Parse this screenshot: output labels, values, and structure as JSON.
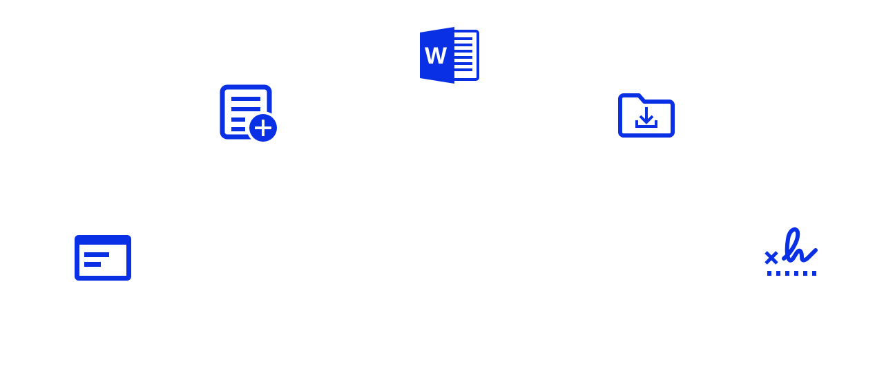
{
  "page": {
    "background": "#ffffff"
  },
  "theme": {
    "icon_color": "#0a30e6"
  },
  "icons": [
    {
      "name": "microsoft-word-icon",
      "label": "Microsoft Word",
      "glyph_text": "W"
    },
    {
      "name": "document-add-icon",
      "label": "Add document"
    },
    {
      "name": "folder-download-icon",
      "label": "Download to folder"
    },
    {
      "name": "browser-window-icon",
      "label": "Window form"
    },
    {
      "name": "e-signature-icon",
      "label": "Sign here"
    }
  ]
}
